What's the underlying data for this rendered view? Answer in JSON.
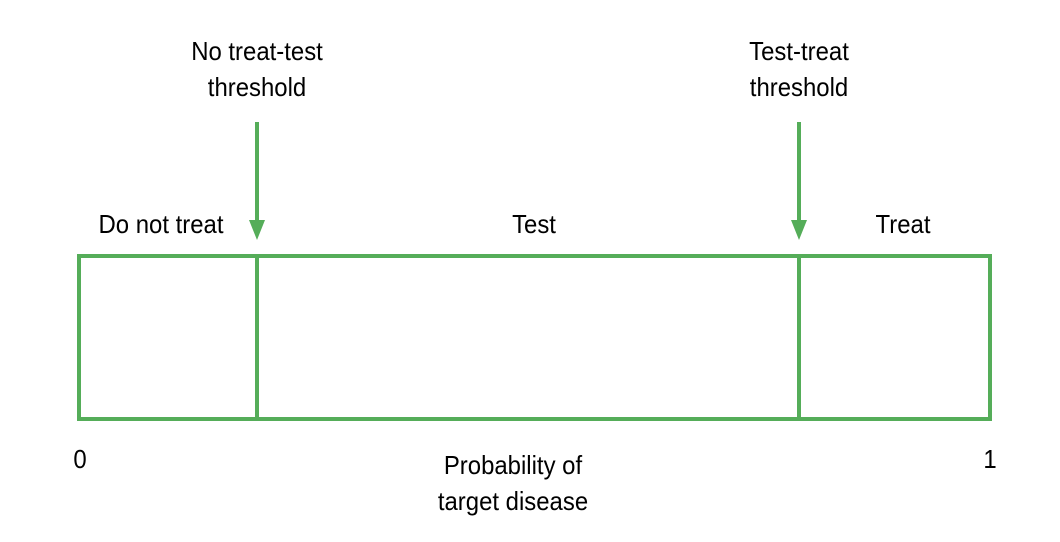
{
  "colors": {
    "line": "#55ad59",
    "text": "#000000"
  },
  "thresholds": {
    "no_treat_test": [
      "No treat-test",
      "threshold"
    ],
    "test_treat": [
      "Test-treat",
      "threshold"
    ]
  },
  "regions": {
    "do_not_treat": "Do not treat",
    "test": "Test",
    "treat": "Treat"
  },
  "axis": {
    "min_label": "0",
    "max_label": "1",
    "title": [
      "Probability of",
      "target disease"
    ]
  }
}
